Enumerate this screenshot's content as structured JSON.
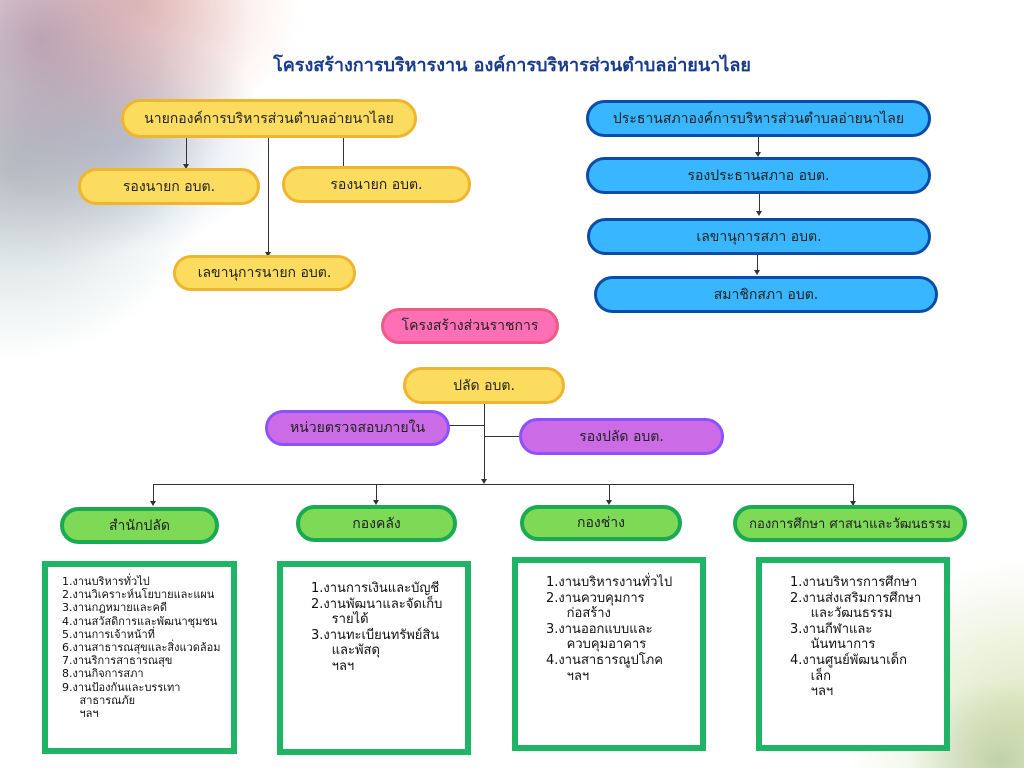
{
  "title": "โครงสร้างการบริหารงาน องค์การบริหารส่วนตำบลอ่ายนาไลย",
  "executive": {
    "head": "นายกองค์การบริหารส่วนตำบลอ่ายนาไลย",
    "deputy_left": "รองนายก อบต.",
    "deputy_right": "รองนายก อบต.",
    "secretary": "เลขานุการนายก อบต."
  },
  "council": {
    "chair": "ประธานสภาองค์การบริหารส่วนตำบลอ่ายนาไลย",
    "vice_chair": "รองประธานสภาอ อบต.",
    "secretary": "เลขานุการสภา อบต.",
    "members": "สมาชิกสภา อบต."
  },
  "admin_structure": {
    "heading": "โครงสร้างส่วนราชการ",
    "chief": "ปลัด อบต.",
    "internal_audit": "หน่วยตรวจสอบภายใน",
    "deputy_chief": "รองปลัด อบต."
  },
  "divisions": [
    {
      "name": "สำนักปลัด",
      "tasks": [
        "1.งานบริหารทั่วไป",
        "2.งานวิเคราะห์นโยบายและแผน",
        "3.งานกฎหมายและคดี",
        "4.งานสวัสดิการและพัฒนาชุมชน",
        "5.งานการเจ้าหน้าที่",
        "6.งานสาธารณสุขและสิ่งแวดล้อม",
        "7.งานริการสาธารณสุข",
        "8.งานกิจการสภา",
        "9.งานป้องกันและบรรเทา",
        "   สาธารณภัย",
        "   ฯลฯ"
      ]
    },
    {
      "name": "กองคลัง",
      "tasks": [
        "1.งานการเงินและบัญชี",
        "2.งานพัฒนาและจัดเก็บ",
        "   รายได้",
        "3.งานทะเบียนทรัพย์สิน",
        "   และพัสดุ",
        "   ฯลฯ"
      ]
    },
    {
      "name": "กองช่าง",
      "tasks": [
        "1.งานบริหารงานทั่วไป",
        "2.งานควบคุมการ",
        "   ก่อสร้าง",
        "3.งานออกแบบและ",
        "   ควบคุมอาคาร",
        "4.งานสาธารณูปโภค",
        "   ฯลฯ"
      ]
    },
    {
      "name": "กองการศึกษา ศาสนาและวัฒนธรรม",
      "tasks": [
        "1.งานบริหารการศึกษา",
        "2.งานส่งเสริมการศึกษา",
        "   และวัฒนธรรม",
        "3.งานกีฬาและ",
        "   นันทนาการ",
        "4.งานศูนย์พัฒนาเด็ก",
        "   เล็ก",
        "   ฯลฯ"
      ]
    }
  ]
}
